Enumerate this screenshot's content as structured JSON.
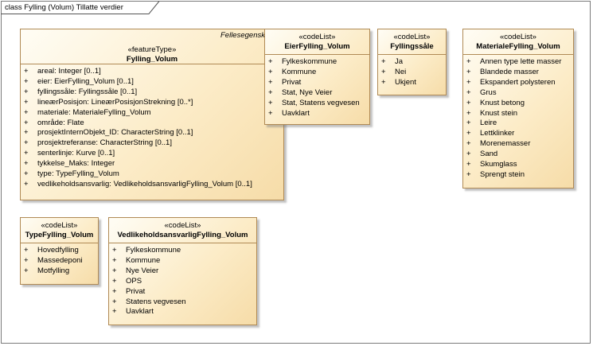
{
  "diagram": {
    "frame_title": "class Fylling (Volum) Tillatte verdier"
  },
  "classes": {
    "fylling_volum": {
      "stereotype": "«featureType»",
      "name": "Fylling_Volum",
      "context": "Fellesegenskaper",
      "attributes": [
        {
          "vis": "+",
          "text": "areal: Integer [0..1]"
        },
        {
          "vis": "+",
          "text": "eier: EierFylling_Volum [0..1]"
        },
        {
          "vis": "+",
          "text": "fyllingssåle: Fyllingssåle [0..1]"
        },
        {
          "vis": "+",
          "text": "lineærPosisjon: LineærPosisjonStrekning [0..*]"
        },
        {
          "vis": "+",
          "text": "materiale: MaterialeFylling_Volum"
        },
        {
          "vis": "+",
          "text": "område: Flate"
        },
        {
          "vis": "+",
          "text": "prosjektInternObjekt_ID: CharacterString [0..1]"
        },
        {
          "vis": "+",
          "text": "prosjektreferanse: CharacterString [0..1]"
        },
        {
          "vis": "+",
          "text": "senterlinje: Kurve [0..1]"
        },
        {
          "vis": "+",
          "text": "tykkelse_Maks: Integer"
        },
        {
          "vis": "+",
          "text": "type: TypeFylling_Volum"
        },
        {
          "vis": "+",
          "text": "vedlikeholdsansvarlig: VedlikeholdsansvarligFylling_Volum [0..1]"
        }
      ]
    },
    "eier": {
      "stereotype": "«codeList»",
      "name": "EierFylling_Volum",
      "values": [
        {
          "vis": "+",
          "text": "Fylkeskommune"
        },
        {
          "vis": "+",
          "text": "Kommune"
        },
        {
          "vis": "+",
          "text": "Privat"
        },
        {
          "vis": "+",
          "text": "Stat, Nye Veier"
        },
        {
          "vis": "+",
          "text": "Stat, Statens vegvesen"
        },
        {
          "vis": "+",
          "text": "Uavklart"
        }
      ]
    },
    "fyllingssale": {
      "stereotype": "«codeList»",
      "name": "Fyllingssåle",
      "values": [
        {
          "vis": "+",
          "text": "Ja"
        },
        {
          "vis": "+",
          "text": "Nei"
        },
        {
          "vis": "+",
          "text": "Ukjent"
        }
      ]
    },
    "materiale": {
      "stereotype": "«codeList»",
      "name": "MaterialeFylling_Volum",
      "values": [
        {
          "vis": "+",
          "text": "Annen type lette masser"
        },
        {
          "vis": "+",
          "text": "Blandede masser"
        },
        {
          "vis": "+",
          "text": "Ekspandert polysteren"
        },
        {
          "vis": "+",
          "text": "Grus"
        },
        {
          "vis": "+",
          "text": "Knust betong"
        },
        {
          "vis": "+",
          "text": "Knust stein"
        },
        {
          "vis": "+",
          "text": "Leire"
        },
        {
          "vis": "+",
          "text": "Lettklinker"
        },
        {
          "vis": "+",
          "text": "Morenemasser"
        },
        {
          "vis": "+",
          "text": "Sand"
        },
        {
          "vis": "+",
          "text": "Skumglass"
        },
        {
          "vis": "+",
          "text": "Sprengt stein"
        }
      ]
    },
    "type": {
      "stereotype": "«codeList»",
      "name": "TypeFylling_Volum",
      "values": [
        {
          "vis": "+",
          "text": "Hovedfylling"
        },
        {
          "vis": "+",
          "text": "Massedeponi"
        },
        {
          "vis": "+",
          "text": "Motfylling"
        }
      ]
    },
    "vedlikehold": {
      "stereotype": "«codeList»",
      "name": "VedlikeholdsansvarligFylling_Volum",
      "values": [
        {
          "vis": "+",
          "text": "Fylkeskommune"
        },
        {
          "vis": "+",
          "text": "Kommune"
        },
        {
          "vis": "+",
          "text": "Nye Veier"
        },
        {
          "vis": "+",
          "text": "OPS"
        },
        {
          "vis": "+",
          "text": "Privat"
        },
        {
          "vis": "+",
          "text": "Statens vegvesen"
        },
        {
          "vis": "+",
          "text": "Uavklart"
        }
      ]
    }
  }
}
